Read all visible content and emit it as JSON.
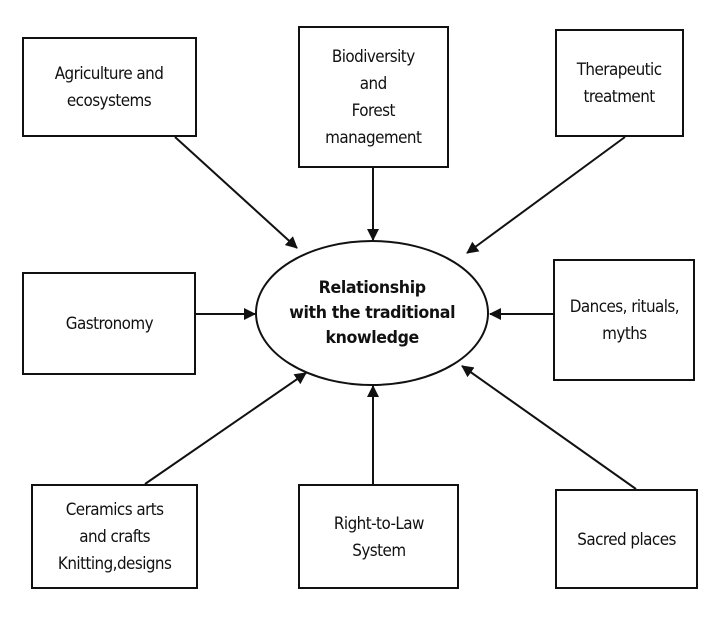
{
  "diagram": {
    "center": {
      "lines": [
        "Relationship",
        "with the traditional",
        "knowledge"
      ]
    },
    "nodes": [
      {
        "id": "agriculture",
        "lines": [
          "Agriculture and",
          "ecosystems"
        ]
      },
      {
        "id": "biodiversity",
        "lines": [
          "Biodiversity",
          "and",
          "Forest",
          "management"
        ]
      },
      {
        "id": "therapeutic",
        "lines": [
          "Therapeutic",
          "treatment"
        ]
      },
      {
        "id": "gastronomy",
        "lines": [
          "Gastronomy"
        ]
      },
      {
        "id": "dances",
        "lines": [
          "Dances, rituals,",
          "myths"
        ]
      },
      {
        "id": "ceramics",
        "lines": [
          "Ceramics arts",
          "and crafts",
          "Knitting,designs"
        ]
      },
      {
        "id": "right-to-law",
        "lines": [
          "Right-to-Law",
          "System"
        ]
      },
      {
        "id": "sacred",
        "lines": [
          "Sacred places"
        ]
      }
    ],
    "edges": [
      {
        "from": "agriculture",
        "to": "center"
      },
      {
        "from": "biodiversity",
        "to": "center"
      },
      {
        "from": "therapeutic",
        "to": "center"
      },
      {
        "from": "gastronomy",
        "to": "center"
      },
      {
        "from": "dances",
        "to": "center"
      },
      {
        "from": "ceramics",
        "to": "center"
      },
      {
        "from": "right-to-law",
        "to": "center"
      },
      {
        "from": "sacred",
        "to": "center"
      }
    ],
    "colors": {
      "stroke": "#111111",
      "fill": "#ffffff",
      "text": "#111111"
    }
  }
}
